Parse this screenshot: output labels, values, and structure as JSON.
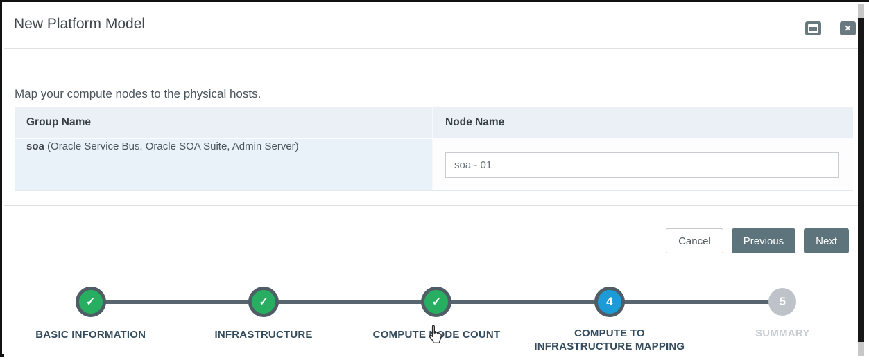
{
  "window": {
    "title": "New Platform Model",
    "close_glyph": "✕"
  },
  "content": {
    "instruction": "Map your compute nodes to the physical hosts.",
    "table": {
      "columns": [
        "Group Name",
        "Node Name"
      ],
      "rows": [
        {
          "group_name": "soa",
          "group_detail": "(Oracle Service Bus, Oracle SOA Suite, Admin Server)",
          "node_name_value": "soa - 01"
        }
      ]
    }
  },
  "footer": {
    "cancel_label": "Cancel",
    "previous_label": "Previous",
    "next_label": "Next"
  },
  "stepper": {
    "check_glyph": "✓",
    "steps": [
      {
        "label": "BASIC INFORMATION",
        "state": "completed"
      },
      {
        "label": "INFRASTRUCTURE",
        "state": "completed"
      },
      {
        "label": "COMPUTE NODE COUNT",
        "state": "completed"
      },
      {
        "label": "COMPUTE TO\nINFRASTRUCTURE MAPPING",
        "number": "4",
        "state": "active"
      },
      {
        "label": "SUMMARY",
        "number": "5",
        "state": "upcoming"
      }
    ]
  },
  "colors": {
    "accent_blue": "#1b9cd8",
    "success_green": "#27ae60",
    "slate_button": "#5d747c",
    "ring": "#4e5d66",
    "header_bg": "#eaf0f6",
    "row_bg": "#e9f1f9",
    "label": "#334b5c",
    "inactive": "#bdc3c8"
  }
}
